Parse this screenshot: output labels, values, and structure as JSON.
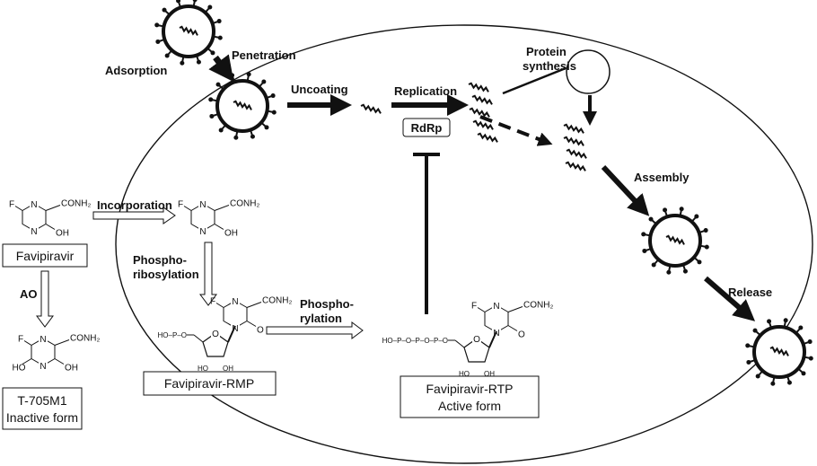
{
  "labels": {
    "adsorption": "Adsorption",
    "penetration": "Penetration",
    "uncoating": "Uncoating",
    "replication": "Replication",
    "rdrp": "RdRp",
    "protein_synthesis_1": "Protein",
    "protein_synthesis_2": "synthesis",
    "assembly": "Assembly",
    "release": "Release",
    "incorporation": "Incorporation",
    "ao": "AO",
    "phosphoribosylation_1": "Phospho-",
    "phosphoribosylation_2": "ribosylation",
    "phosphorylation_1": "Phospho-",
    "phosphorylation_2": "rylation"
  },
  "compounds": {
    "favipiravir": "Favipiravir",
    "t705m1_1": "T-705M1",
    "t705m1_2": "Inactive form",
    "rmp": "Favipiravir-RMP",
    "rtp_1": "Favipiravir-RTP",
    "rtp_2": "Active form"
  },
  "atoms": {
    "F": "F",
    "N": "N",
    "CONH2": "CONH₂",
    "OH": "OH",
    "HO": "HO",
    "O": "O",
    "phosphate_mono": "HO–P–O",
    "phosphate_tri": "HO–P–O–P–O–P–O"
  },
  "colors": {
    "ink": "#111111",
    "background": "#ffffff"
  }
}
